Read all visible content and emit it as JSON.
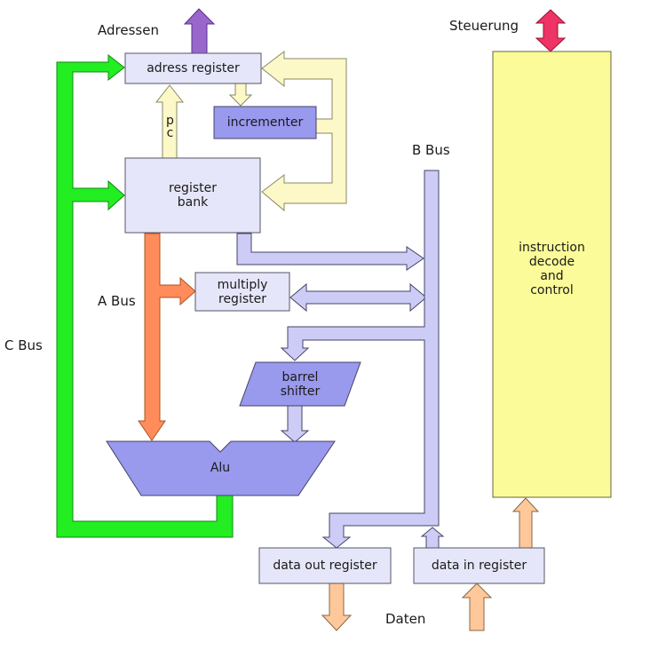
{
  "labels": {
    "adressen": "Adressen",
    "steuerung": "Steuerung",
    "b_bus": "B Bus",
    "a_bus": "A Bus",
    "c_bus": "C Bus",
    "daten": "Daten",
    "pc": "pc"
  },
  "blocks": {
    "address_register": "adress register",
    "incrementer": "incrementer",
    "register_bank": "register\nbank",
    "multiply_register": "multiply\nregister",
    "barrel_shifter": "barrel\nshifter",
    "alu": "Alu",
    "data_out_register": "data out register",
    "data_in_register": "data in register",
    "instruction_decode": "instruction\ndecode\nand\ncontrol"
  },
  "colors": {
    "c_bus": "#22ee22",
    "a_bus": "#ff8c5a",
    "b_bus": "#ccccf6",
    "address_arrow": "#9966cc",
    "control_arrow": "#ee3366",
    "data_arrow": "#ffc89a",
    "pc_arrow": "#fdf8c8",
    "block_fill": "#e6e6fa",
    "accent_block": "#9999ee",
    "control_block": "#fbfb99"
  }
}
